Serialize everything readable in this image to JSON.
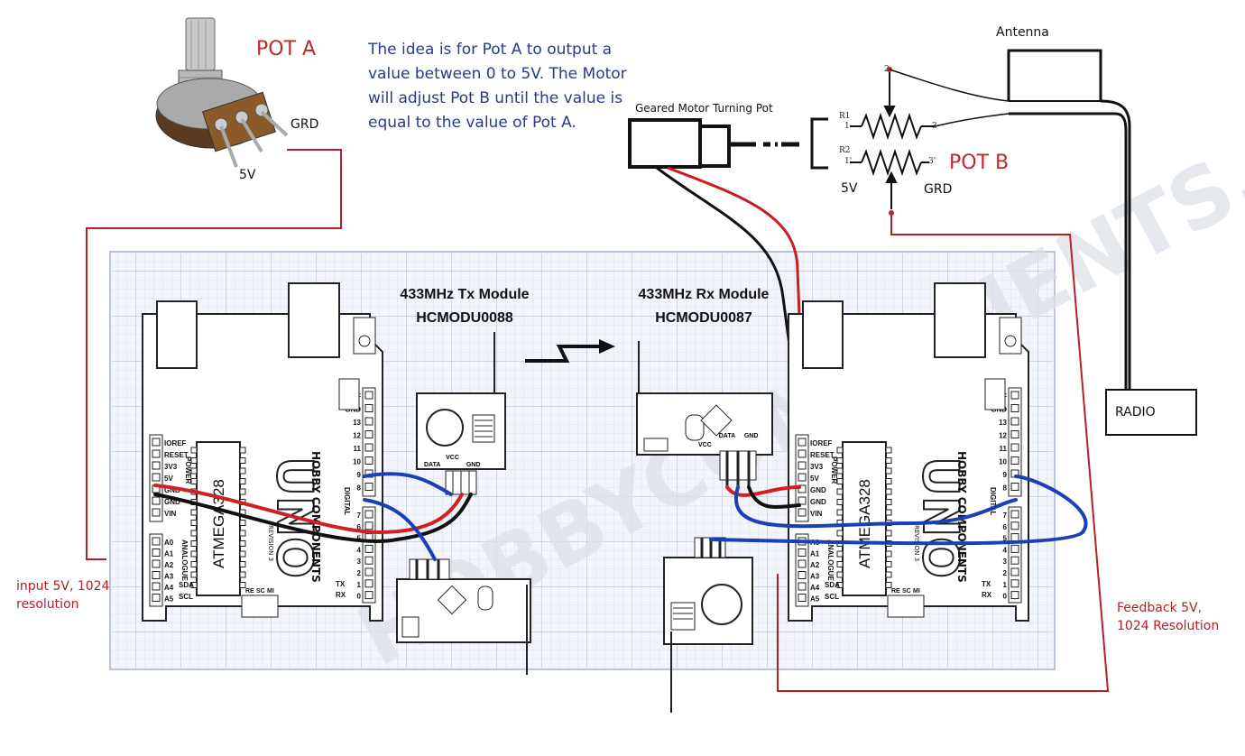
{
  "pot_a": {
    "title": "POT A",
    "grd": "GRD",
    "v5": "5V"
  },
  "idea_note": "The idea is for Pot A to output a value between 0 to 5V. The Motor will adjust Pot B until the value is equal to the value of Pot A.",
  "geared_motor": "Geared Motor Turning Pot",
  "antenna": "Antenna",
  "pot_b": {
    "title": "POT B",
    "v5": "5V",
    "grd": "GRD",
    "r1": "R1",
    "r2": "R2",
    "pin1": "1",
    "pin2": "2",
    "pin3": "3",
    "pin1p": "1'",
    "pin3p": "3'"
  },
  "radio": "RADIO",
  "tx_module": {
    "line1": "433MHz Tx Module",
    "line2": "HCMODU0088"
  },
  "rx_module": {
    "line1": "433MHz Rx Module",
    "line2": "HCMODU0087"
  },
  "input_note": "input 5V, 1024 resolution",
  "feedback_note": "Feedback 5V, 1024 Resolution",
  "board": {
    "chip": "ATMEGA328",
    "uno": "UNO",
    "brand": "HOBBY COMPONENTS",
    "revision": "REVISION 3",
    "power": "POWER",
    "analogue": "ANALOGUE",
    "digital": "DIGITAL",
    "power_pins": [
      "IOREF",
      "RESET",
      "3V3",
      "5V",
      "GND",
      "GND",
      "VIN"
    ],
    "analog_pins": [
      "A0",
      "A1",
      "A2",
      "A3",
      "A4",
      "A5"
    ],
    "analog_alt": [
      "SDA",
      "SCL"
    ],
    "digital_pins_top": [
      "AREF",
      "GND",
      "13",
      "12",
      "11",
      "10",
      "9",
      "8"
    ],
    "digital_pins_bottom": [
      "7",
      "6",
      "5",
      "4",
      "3",
      "2",
      "1",
      "0"
    ],
    "tx_rx": [
      "TX",
      "RX"
    ],
    "icsp": [
      "RE",
      "SC",
      "MI"
    ]
  },
  "module_pins_tx": [
    "DATA",
    "VCC",
    "GND"
  ],
  "module_pins_rx": [
    "VCC",
    "DATA",
    "GND"
  ],
  "watermark": "HOBBYCOMPONENTS.COM"
}
